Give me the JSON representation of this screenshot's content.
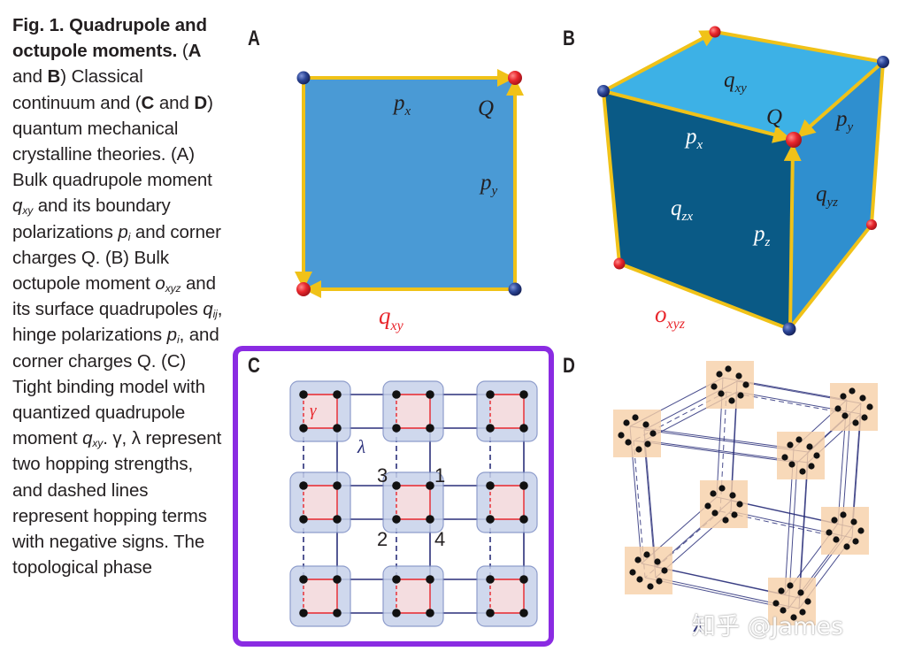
{
  "caption": {
    "title": "Fig. 1. Quadrupole and octupole moments.",
    "panel_a": "A",
    "panel_b": "B",
    "panel_c": "C",
    "panel_d": "D",
    "text_1": "and",
    "text_2": "Classical continuum and (",
    "text_3": ") quantum mechanical crystalline theories. (A) Bulk quadrupole moment",
    "text_4": "and its boundary polarizations",
    "text_5": "and corner charges Q. (B) Bulk octupole moment",
    "text_6": "and its surface quadrupoles",
    "text_7": ", hinge polarizations",
    "text_8": ", and corner charges Q. (C) Tight binding model with quantized quadrupole moment",
    "text_9": ". γ, λ represent two hopping strengths, and dashed lines represent hopping terms with negative signs. The topological phase"
  },
  "symbols": {
    "q": "q",
    "xy": "xy",
    "p": "p",
    "i": "i",
    "o": "o",
    "xyz": "xyz",
    "ij": "ij",
    "Q": "Q",
    "x": "x",
    "y": "y",
    "z": "z",
    "zx": "zx",
    "yz": "yz",
    "gamma": "γ",
    "lambda": "λ"
  },
  "panels": {
    "a": "A",
    "b": "B",
    "c": "C",
    "d": "D"
  },
  "cell_numbers": [
    "3",
    "1",
    "2",
    "4"
  ],
  "watermark": "知乎 @James",
  "colors": {
    "square_fill": "#4a9ad5",
    "cube_top": "#3db1e6",
    "cube_front": "#0a5a86",
    "cube_right": "#2f8fcf",
    "edge": "#f0c218",
    "charge_pos": "#e8262c",
    "charge_neg": "#2b4596",
    "label_red": "#e8262c",
    "frame_purple": "#8a2be2",
    "cell_fill": "#c7d2ea",
    "cell_inner": "#f4dde0",
    "link": "#2a2f7a",
    "d_cell": "#f6cfa8"
  }
}
